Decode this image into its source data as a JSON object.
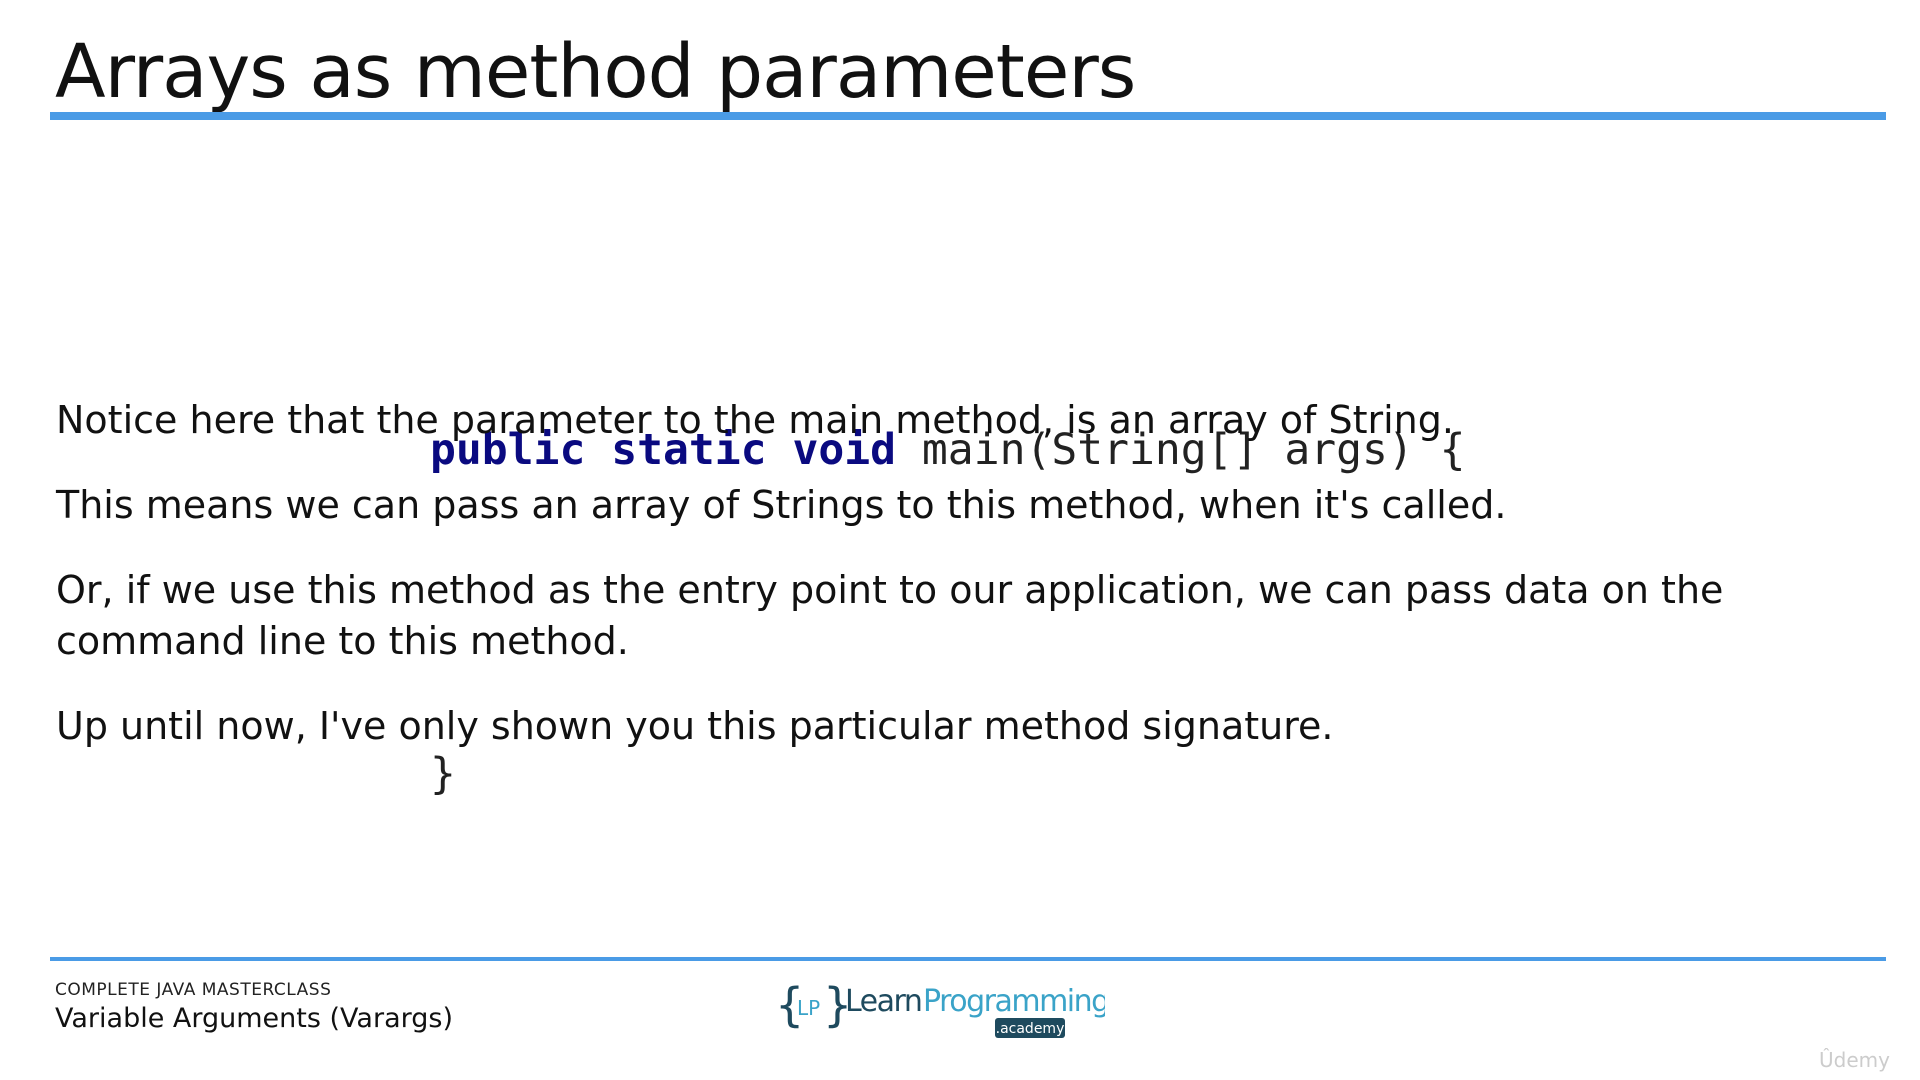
{
  "slide": {
    "title": "Arrays as method parameters"
  },
  "code": {
    "kw_public": "public",
    "kw_static": "static",
    "kw_void": "void",
    "signature_rest": "main(String[] args) {",
    "closing_brace": "}"
  },
  "paragraphs": [
    "Notice here that the parameter to the main method, is an array of String.",
    "This means we can pass an array of Strings to this method, when it's called.",
    "Or, if we use this method as the entry point to our application, we can pass data on the command line to this method.",
    "Up until now, I've only shown you this particular method signature."
  ],
  "footer": {
    "course": "COMPLETE JAVA MASTERCLASS",
    "section": "Variable Arguments (Varargs)"
  },
  "logo": {
    "initials": "LP",
    "brand_part1": "Learn",
    "brand_part2": "Programming",
    "badge": ".academy"
  },
  "watermark": "Ûdemy",
  "colors": {
    "accent": "#4a9be6",
    "keyword": "#0a0a80",
    "logo_dark": "#1e4a5e",
    "logo_light": "#3aa3c8"
  }
}
